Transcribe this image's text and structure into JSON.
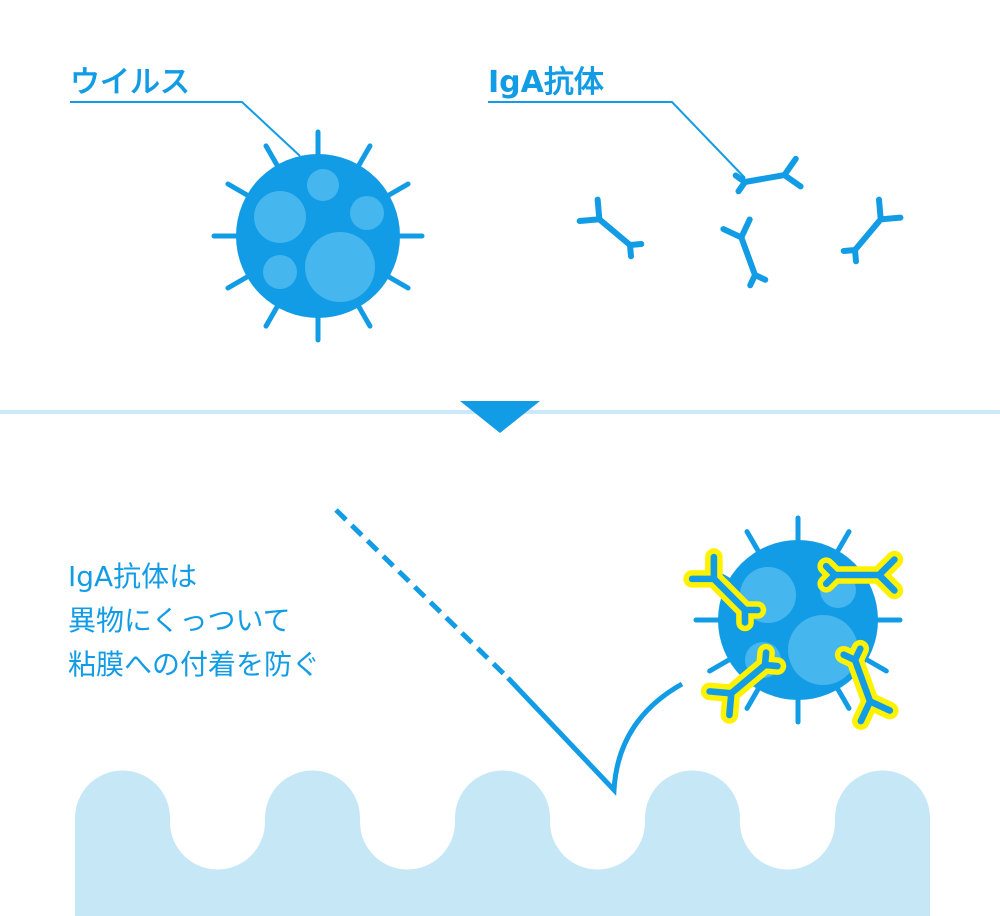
{
  "labels": {
    "virus": "ウイルス",
    "antibody": "IgA抗体"
  },
  "description": {
    "lines": [
      "IgA抗体は",
      "異物にくっついて",
      "粘膜への付着を防ぐ"
    ]
  },
  "colors": {
    "primary": "#129ce5",
    "virus_spot": "#45b6ee",
    "divider": "#cbe9f8",
    "mucosa": "#c6e7f6",
    "highlight": "#fff200"
  }
}
